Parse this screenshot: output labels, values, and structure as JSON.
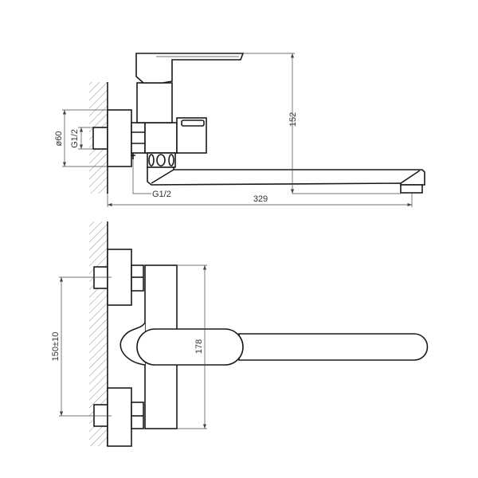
{
  "drawing": {
    "side_view": {
      "dim_height": "152",
      "dim_length": "329",
      "dim_escutcheon": "ø60",
      "dim_inlet_thread": "G1/2",
      "dim_outlet_thread": "G1/2"
    },
    "front_view": {
      "dim_body_height": "178",
      "dim_inlet_spacing": "150±10"
    },
    "line_color": "#1a1a1a"
  }
}
